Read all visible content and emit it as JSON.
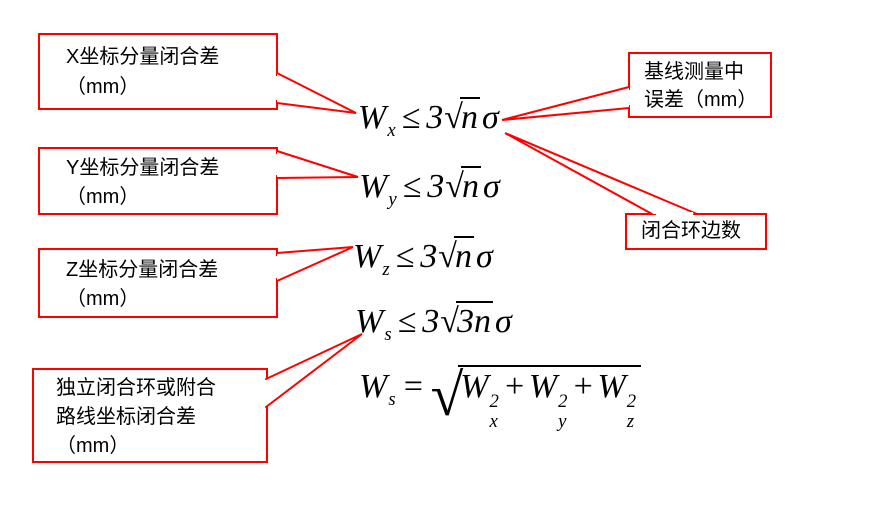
{
  "colors": {
    "accent_red": "#ff0000",
    "text": "#000000",
    "background": "#ffffff"
  },
  "callouts": {
    "x_component": {
      "line1": "X坐标分量闭合差",
      "line2": "（mm）"
    },
    "y_component": {
      "line1": "Y坐标分量闭合差",
      "line2": "（mm）"
    },
    "z_component": {
      "line1": "Z坐标分量闭合差",
      "line2": "（mm）"
    },
    "loop_closure": {
      "line1": "独立闭合环或附合",
      "line2": "路线坐标闭合差",
      "line3": "（mm）"
    },
    "baseline_error": {
      "line1": "基线测量中",
      "line2": "误差（mm）"
    },
    "loop_edges": {
      "line1": "闭合环边数"
    }
  },
  "symbols": {
    "radical": "√",
    "plus": "+"
  },
  "formulas": {
    "wx": {
      "variable": "W",
      "subscript": "x",
      "relation": "≤",
      "coefficient": "3",
      "radicand": "n",
      "sigma": "σ"
    },
    "wy": {
      "variable": "W",
      "subscript": "y",
      "relation": "≤",
      "coefficient": "3",
      "radicand": "n",
      "sigma": "σ"
    },
    "wz": {
      "variable": "W",
      "subscript": "z",
      "relation": "≤",
      "coefficient": "3",
      "radicand": "n",
      "sigma": "σ"
    },
    "ws_limit": {
      "variable": "W",
      "subscript": "s",
      "relation": "≤",
      "coefficient": "3",
      "radicand": "3n",
      "sigma": "σ"
    },
    "ws_root": {
      "variable": "W",
      "subscript": "s",
      "relation": "=",
      "terms": [
        {
          "variable": "W",
          "subscript": "x",
          "exponent": "2"
        },
        {
          "variable": "W",
          "subscript": "y",
          "exponent": "2"
        },
        {
          "variable": "W",
          "subscript": "z",
          "exponent": "2"
        }
      ]
    }
  }
}
